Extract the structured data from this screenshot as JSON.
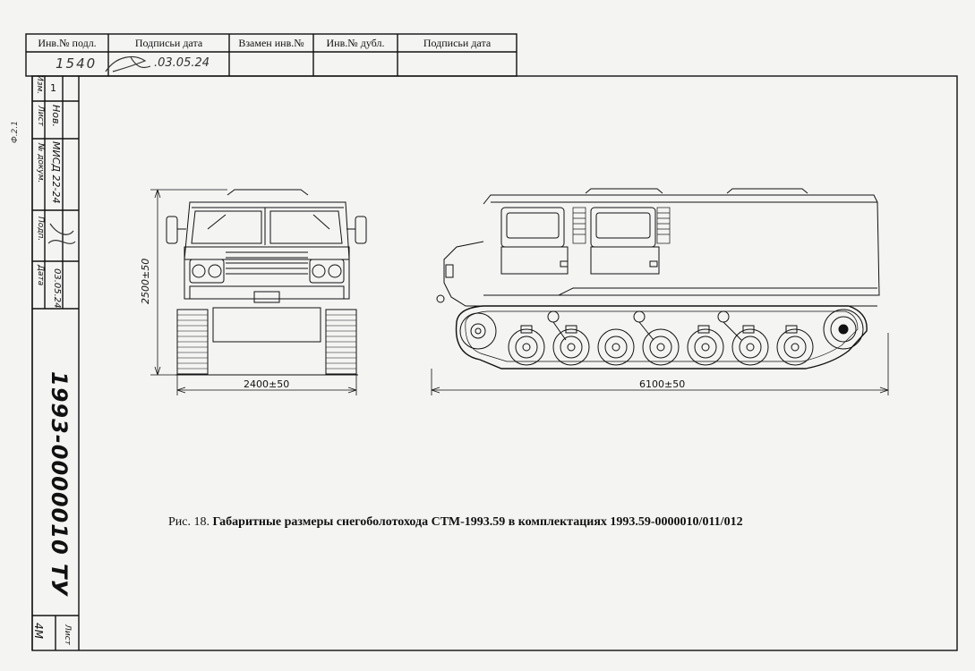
{
  "header": {
    "cols": [
      "Инв.№ подл.",
      "Подписьи дата",
      "Взамен инв.№",
      "Инв.№ дубл.",
      "Подписьи дата"
    ],
    "inv_number": "1540",
    "date": ".03.05.24"
  },
  "side_stamp": {
    "izm_label": "Изм.",
    "izm_value": "1",
    "list_label": "Лист",
    "list_value": "Нов.",
    "doc_label": "№ докум.",
    "doc_value": "МИСД 22-24",
    "podp_label": "Подп.",
    "data_label": "Дата",
    "data_value": "03.05.24",
    "doc_code": "1993-0000010 ТУ",
    "sheet_label": "Лист",
    "sheet_value": "4М"
  },
  "margin": {
    "format": "Ф.2.1"
  },
  "drawing": {
    "height_dim": "2500±50",
    "width_dim": "2400±50",
    "length_dim": "6100±50"
  },
  "caption": {
    "prefix": "Рис. 18.",
    "text": "Габаритные размеры снегоболотохода СТМ-1993.59 в комплектациях 1993.59-0000010/011/012"
  },
  "colors": {
    "line": "#111111",
    "paper": "#f4f4f2"
  }
}
